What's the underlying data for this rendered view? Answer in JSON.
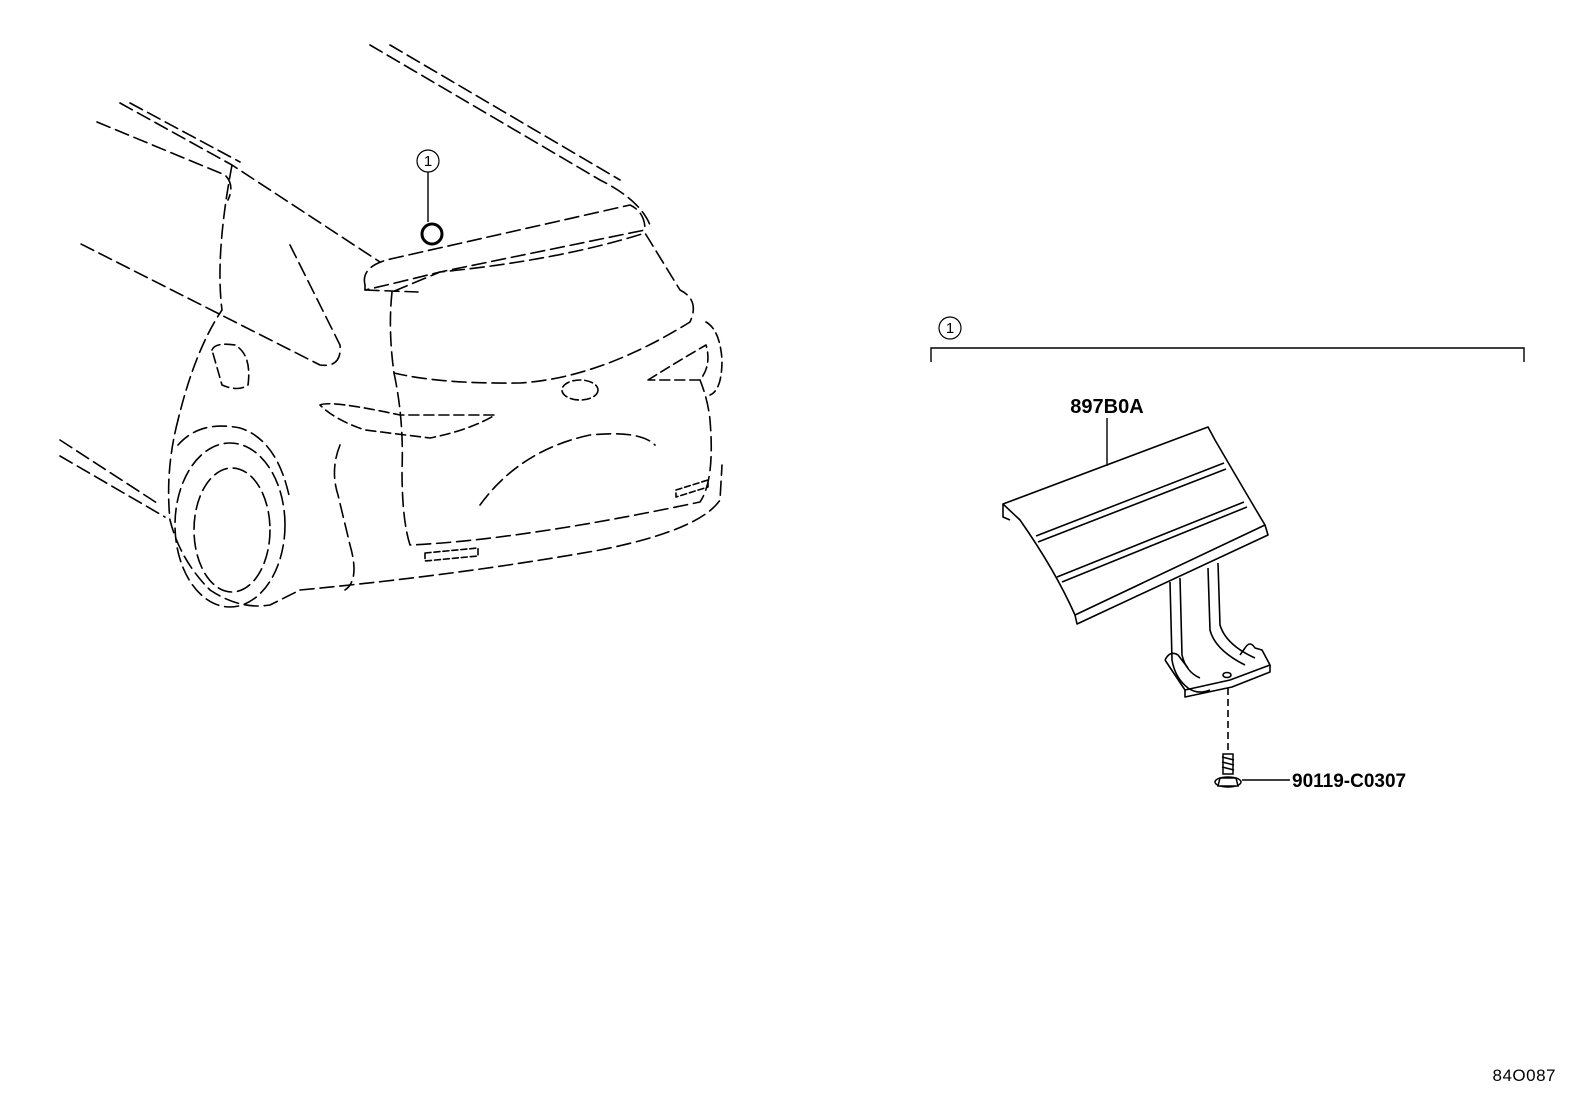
{
  "diagram": {
    "callout_number": "1",
    "part_numbers": {
      "antenna": "897B0A",
      "bolt": "90119-C0307"
    },
    "reference_code": "84O087"
  }
}
